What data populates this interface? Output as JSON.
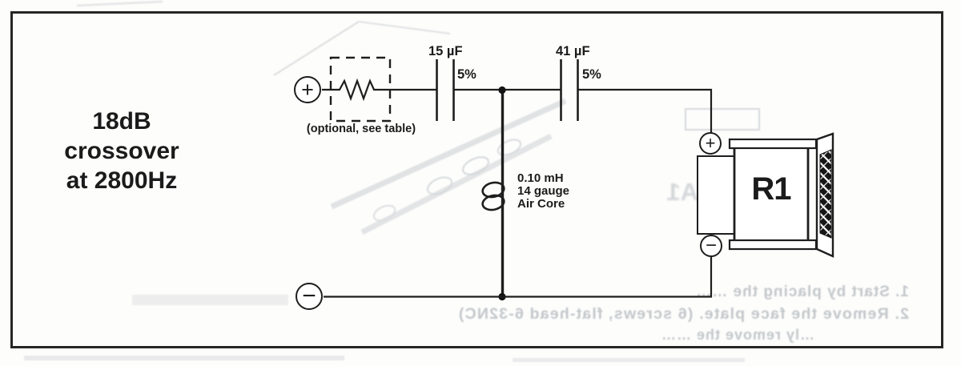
{
  "colors": {
    "ink": "#1e1e1e",
    "paper": "#fdfdfc",
    "ghost": "#c3c7ca"
  },
  "diagram": {
    "title_lines": [
      "18dB",
      "crossover",
      "at 2800Hz"
    ],
    "source_plus": "+",
    "source_minus": "−",
    "optional_note": "(optional, see table)",
    "capacitor1": {
      "value": "15 µF",
      "tolerance": "5%"
    },
    "capacitor2": {
      "value": "41 µF",
      "tolerance": "5%"
    },
    "inductor_lines": [
      "0.10 mH",
      "14 gauge",
      "Air Core"
    ],
    "driver": {
      "label": "R1",
      "plus": "+",
      "minus": "−"
    }
  },
  "ghost_bleedthrough": {
    "line1": "1. Start by placing the ……",
    "line2": "2. Remove the face plate. (6 screws, flat-head 6-32NC)",
    "line3": "…ly remove the ……",
    "side_mark": "A1"
  }
}
